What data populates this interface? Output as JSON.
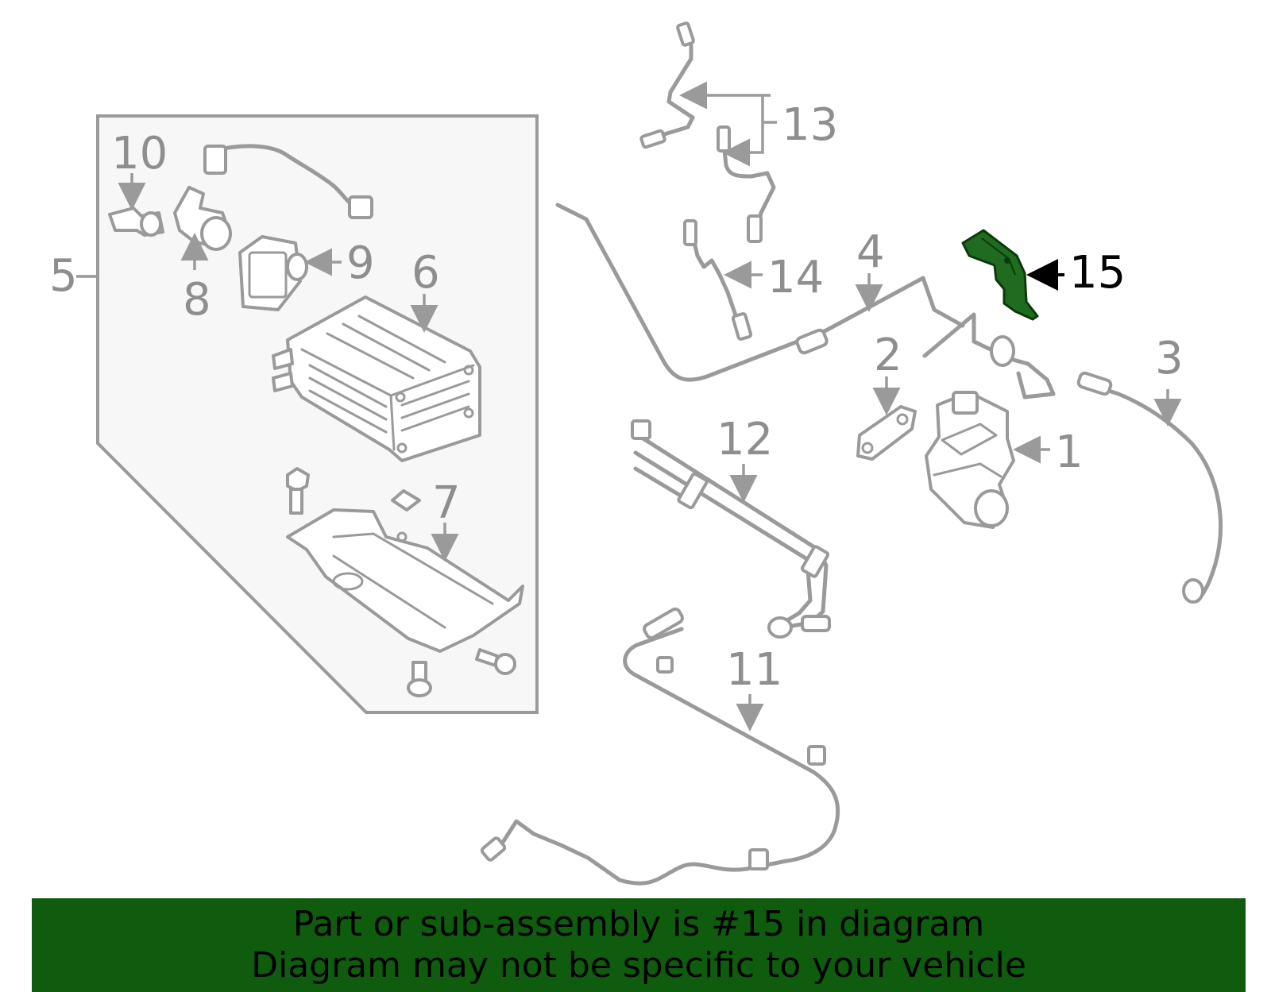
{
  "callouts": {
    "c1": "1",
    "c2": "2",
    "c3": "3",
    "c4": "4",
    "c5": "5",
    "c6": "6",
    "c7": "7",
    "c8": "8",
    "c9": "9",
    "c10": "10",
    "c11": "11",
    "c12": "12",
    "c13": "13",
    "c14": "14",
    "c15": "15"
  },
  "banner": {
    "line1": "Part or sub-assembly is #15 in diagram",
    "line2": "Diagram may not be specific to your vehicle"
  },
  "colors": {
    "highlight": "#1f6b1f",
    "banner": "#0f5c0f",
    "line": "#9a9a9a",
    "panel": "#f7f7f7"
  }
}
